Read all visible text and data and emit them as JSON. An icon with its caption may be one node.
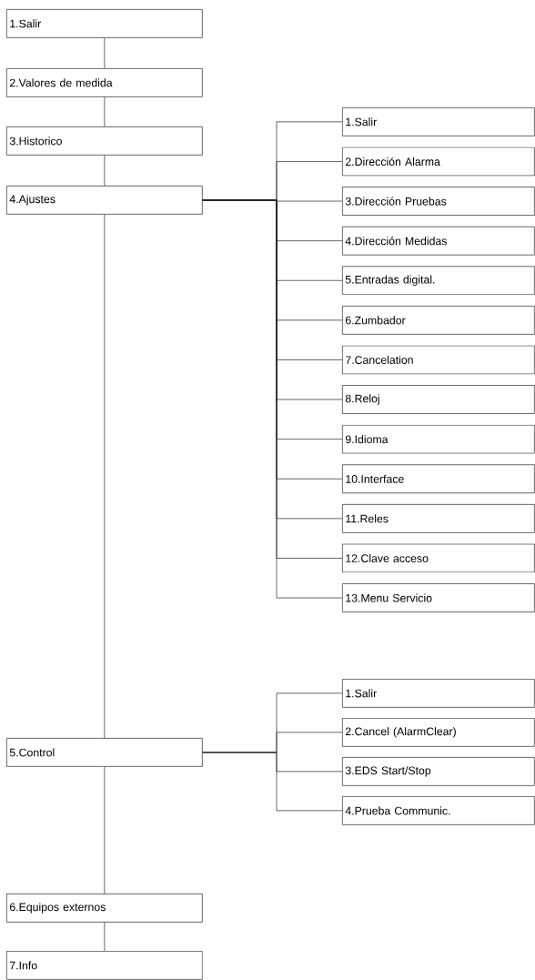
{
  "diagram": {
    "nodes": [
      {
        "text": [
          "1.Salir"
        ]
      },
      {
        "text": [
          "2.Valores de medida"
        ]
      },
      {
        "text": [
          "3.Historico"
        ]
      },
      {
        "text": [
          "4.Ajustes"
        ]
      },
      {
        "text": [
          "5.Control"
        ]
      },
      {
        "text": [
          "6.Equipos externos"
        ]
      },
      {
        "text": [
          "7.Info"
        ]
      },
      {
        "text": [
          "1.Salir"
        ]
      },
      {
        "text": [
          "2.Dirección Alarma"
        ]
      },
      {
        "text": [
          "3.Dirección Pruebas"
        ]
      },
      {
        "text": [
          "4.Dirección Medidas"
        ]
      },
      {
        "text": [
          "5.Entradas digital."
        ]
      },
      {
        "text": [
          "6.Zumbador"
        ]
      },
      {
        "text": [
          "7.Cancelation"
        ]
      },
      {
        "text": [
          "8.Reloj"
        ]
      },
      {
        "text": [
          "9.Idioma"
        ]
      },
      {
        "text": [
          "10.Interface"
        ]
      },
      {
        "text": [
          "11.Reles"
        ]
      },
      {
        "text": [
          "12.Clave acceso"
        ]
      },
      {
        "text": [
          "13.Menu Servicio"
        ]
      },
      {
        "text": [
          "1.Salir"
        ]
      },
      {
        "text": [
          "2.Cancel (AlarmClear)"
        ]
      },
      {
        "text": [
          "3.EDS Start/Stop"
        ]
      },
      {
        "text": [
          "4.Prueba Communic."
        ]
      }
    ],
    "edges": [
      {
        "from": 0,
        "to": 1,
        "arrow": "none"
      },
      {
        "from": 1,
        "to": 2,
        "arrow": "none"
      },
      {
        "from": 2,
        "to": 3,
        "arrow": "none"
      },
      {
        "from": 3,
        "to": 4,
        "arrow": "none"
      },
      {
        "from": 4,
        "to": 5,
        "arrow": "none"
      },
      {
        "from": 5,
        "to": 6,
        "arrow": "none"
      },
      {
        "from": 3,
        "to": 7,
        "arrow": "none"
      },
      {
        "from": 3,
        "to": 8,
        "arrow": "none"
      },
      {
        "from": 3,
        "to": 9,
        "arrow": "none"
      },
      {
        "from": 3,
        "to": 10,
        "arrow": "none"
      },
      {
        "from": 3,
        "to": 11,
        "arrow": "none"
      },
      {
        "from": 3,
        "to": 12,
        "arrow": "none"
      },
      {
        "from": 3,
        "to": 13,
        "arrow": "none"
      },
      {
        "from": 3,
        "to": 14,
        "arrow": "none"
      },
      {
        "from": 3,
        "to": 15,
        "arrow": "none"
      },
      {
        "from": 3,
        "to": 16,
        "arrow": "none"
      },
      {
        "from": 3,
        "to": 17,
        "arrow": "none"
      },
      {
        "from": 3,
        "to": 18,
        "arrow": "none"
      },
      {
        "from": 3,
        "to": 19,
        "arrow": "none"
      },
      {
        "from": 4,
        "to": 20,
        "arrow": "none"
      },
      {
        "from": 4,
        "to": 21,
        "arrow": "none"
      },
      {
        "from": 4,
        "to": 22,
        "arrow": "none"
      },
      {
        "from": 4,
        "to": 23,
        "arrow": "none"
      }
    ]
  }
}
